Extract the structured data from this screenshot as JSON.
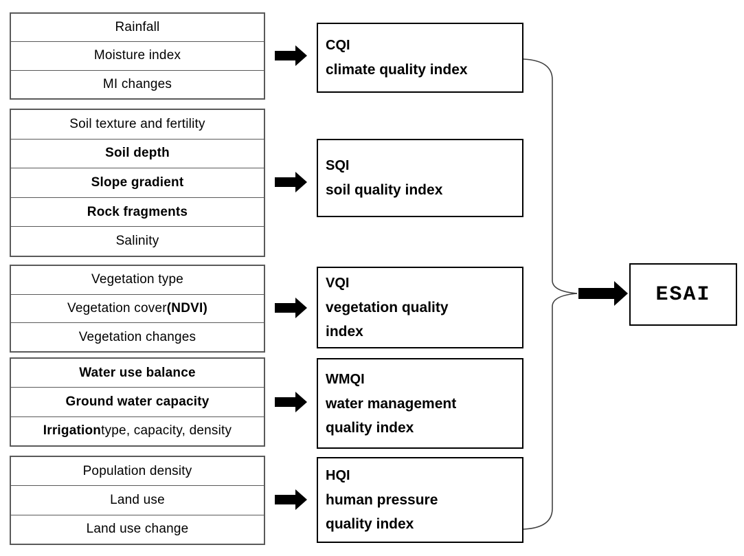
{
  "diagram": {
    "groups": [
      {
        "id": "climate-indicators",
        "rows": [
          [
            {
              "text": "Rainfall",
              "bold": false
            }
          ],
          [
            {
              "text": "Moisture index",
              "bold": false
            }
          ],
          [
            {
              "text": "MI changes",
              "bold": false
            }
          ]
        ]
      },
      {
        "id": "soil-indicators",
        "rows": [
          [
            {
              "text": "Soil texture and fertility",
              "bold": false
            }
          ],
          [
            {
              "text": "Soil depth",
              "bold": true
            }
          ],
          [
            {
              "text": "Slope gradient",
              "bold": true
            }
          ],
          [
            {
              "text": "Rock fragments",
              "bold": true
            }
          ],
          [
            {
              "text": "Salinity",
              "bold": false
            }
          ]
        ]
      },
      {
        "id": "vegetation-indicators",
        "rows": [
          [
            {
              "text": "Vegetation type",
              "bold": false
            }
          ],
          [
            {
              "text": "Vegetation cover ",
              "bold": false
            },
            {
              "text": "(NDVI)",
              "bold": true
            }
          ],
          [
            {
              "text": "Vegetation changes",
              "bold": false
            }
          ]
        ]
      },
      {
        "id": "water-indicators",
        "rows": [
          [
            {
              "text": "Water use balance",
              "bold": true
            }
          ],
          [
            {
              "text": "Ground water capacity",
              "bold": true
            }
          ],
          [
            {
              "text": "Irrigation",
              "bold": true
            },
            {
              "text": " type, capacity, density",
              "bold": false
            }
          ]
        ]
      },
      {
        "id": "human-indicators",
        "rows": [
          [
            {
              "text": "Population density",
              "bold": false
            }
          ],
          [
            {
              "text": "Land use",
              "bold": false
            }
          ],
          [
            {
              "text": "Land use change",
              "bold": false
            }
          ]
        ]
      }
    ],
    "indices": [
      {
        "acronym": "CQI",
        "name": "climate quality index"
      },
      {
        "acronym": "SQI",
        "name": "soil quality index"
      },
      {
        "acronym": "VQI",
        "name": "vegetation quality\nindex"
      },
      {
        "acronym": "WMQI",
        "name": "water management\nquality index"
      },
      {
        "acronym": "HQI",
        "name": "human pressure\nquality index"
      }
    ],
    "output": {
      "label": "ESAI"
    },
    "colors": {
      "table_border": "#595959",
      "box_border": "#000000",
      "arrow_fill": "#000000",
      "connector_line": "#404040",
      "background": "#ffffff",
      "text": "#000000"
    }
  }
}
